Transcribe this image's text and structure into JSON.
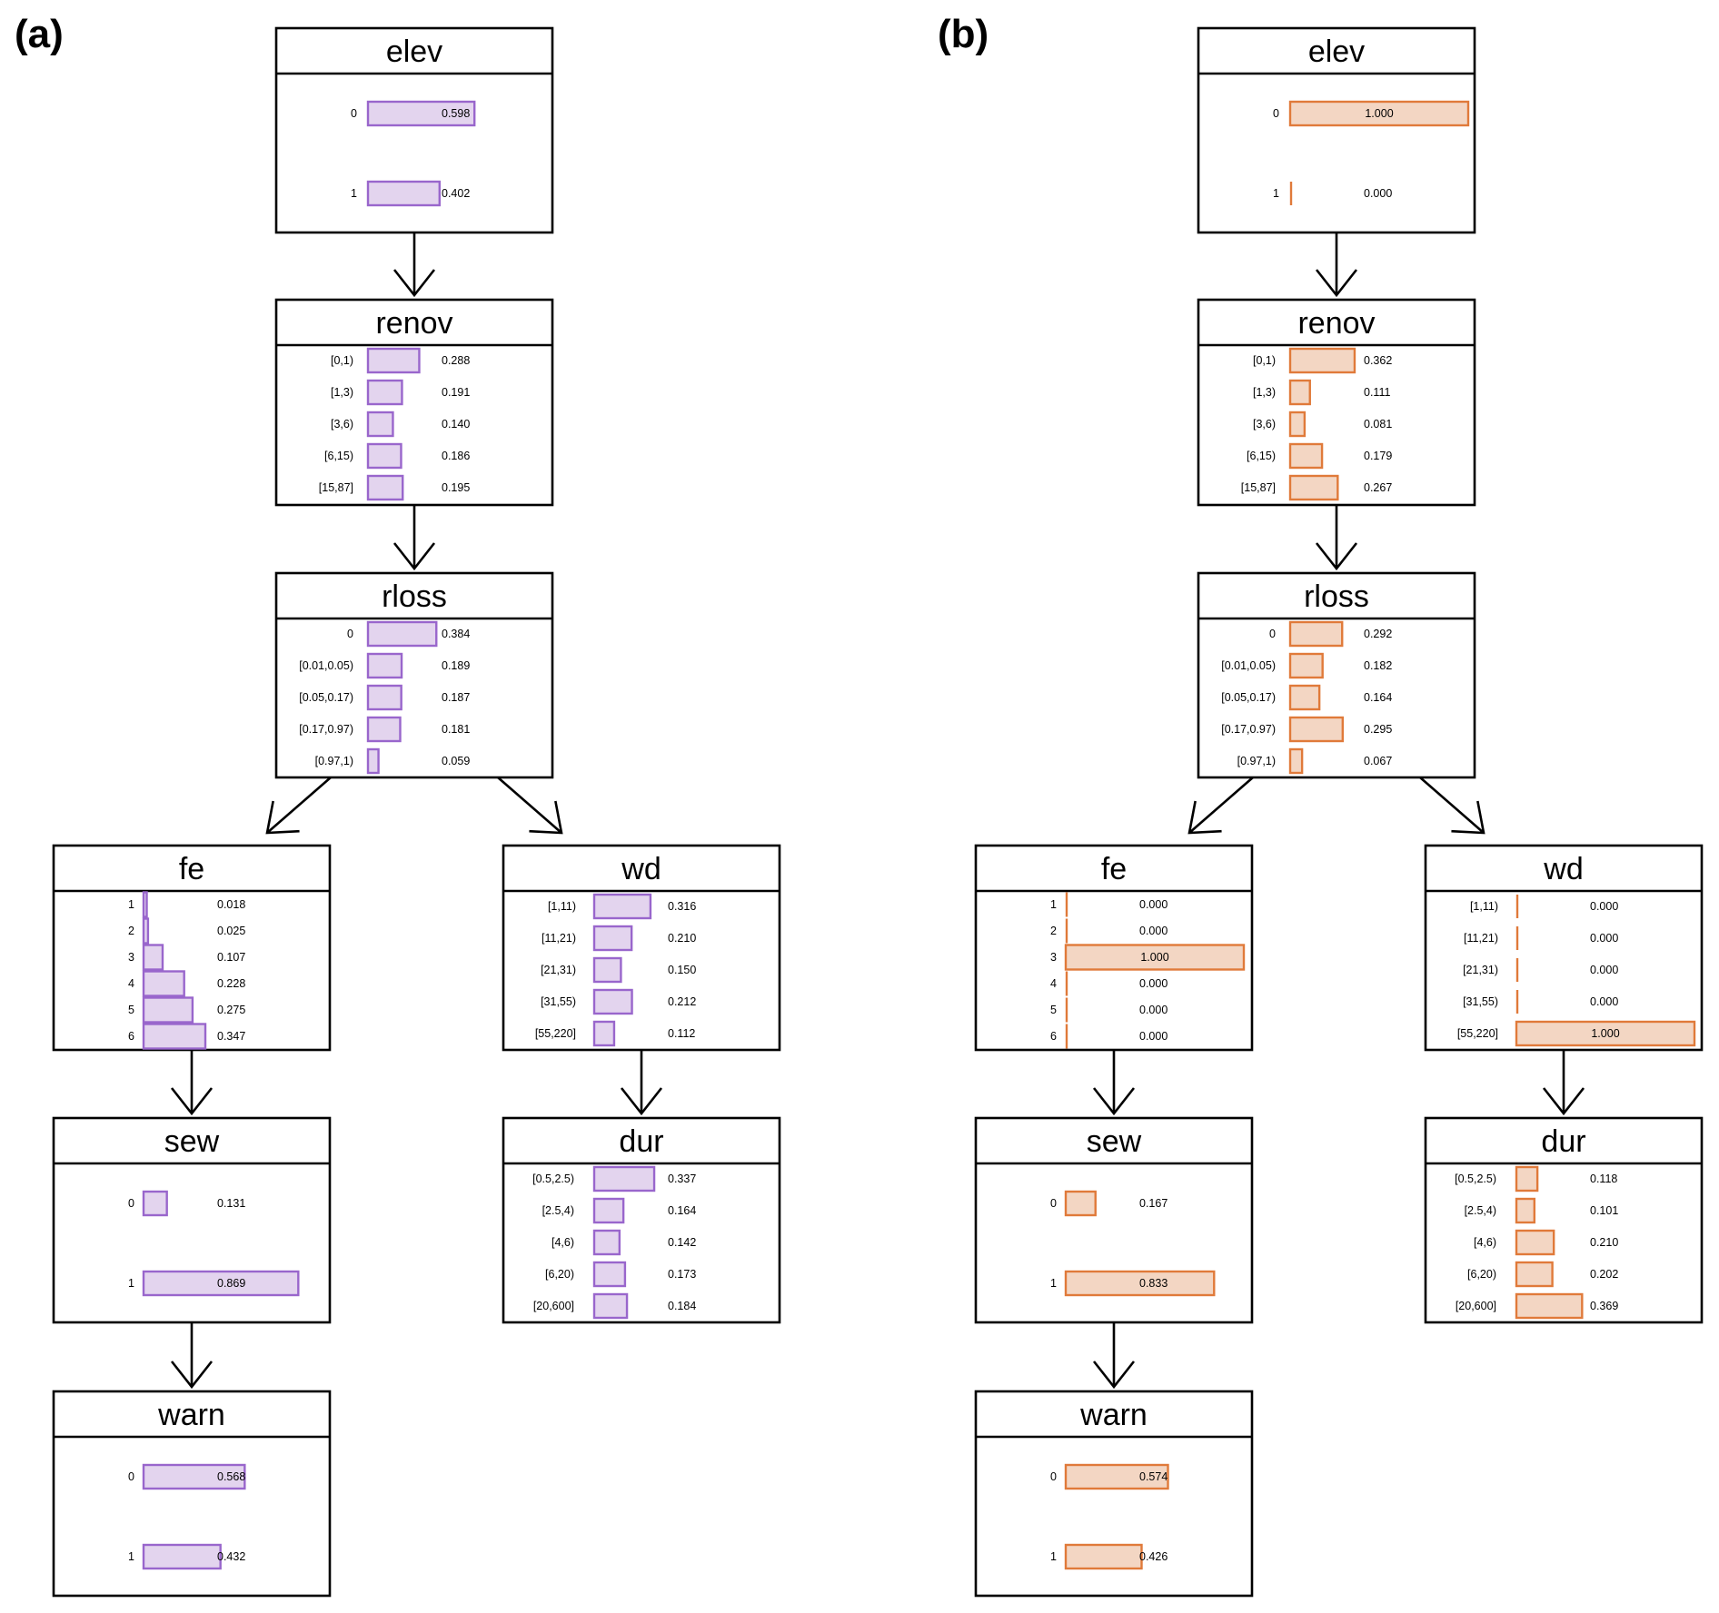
{
  "panels": [
    {
      "label": "(a)",
      "fill": "#e3d4ee",
      "stroke": "#9966cc",
      "nodes": [
        {
          "id": "elev",
          "title": "elev",
          "states": [
            {
              "label": "0",
              "value": 0.598,
              "text": "0.598"
            },
            {
              "label": "1",
              "value": 0.402,
              "text": "0.402"
            }
          ]
        },
        {
          "id": "renov",
          "title": "renov",
          "states": [
            {
              "label": "[0,1)",
              "value": 0.288,
              "text": "0.288"
            },
            {
              "label": "[1,3)",
              "value": 0.191,
              "text": "0.191"
            },
            {
              "label": "[3,6)",
              "value": 0.14,
              "text": "0.140"
            },
            {
              "label": "[6,15)",
              "value": 0.186,
              "text": "0.186"
            },
            {
              "label": "[15,87]",
              "value": 0.195,
              "text": "0.195"
            }
          ]
        },
        {
          "id": "rloss",
          "title": "rloss",
          "states": [
            {
              "label": "0",
              "value": 0.384,
              "text": "0.384"
            },
            {
              "label": "[0.01,0.05)",
              "value": 0.189,
              "text": "0.189"
            },
            {
              "label": "[0.05,0.17)",
              "value": 0.187,
              "text": "0.187"
            },
            {
              "label": "[0.17,0.97)",
              "value": 0.181,
              "text": "0.181"
            },
            {
              "label": "[0.97,1)",
              "value": 0.059,
              "text": "0.059"
            }
          ]
        },
        {
          "id": "fe",
          "title": "fe",
          "states": [
            {
              "label": "1",
              "value": 0.018,
              "text": "0.018"
            },
            {
              "label": "2",
              "value": 0.025,
              "text": "0.025"
            },
            {
              "label": "3",
              "value": 0.107,
              "text": "0.107"
            },
            {
              "label": "4",
              "value": 0.228,
              "text": "0.228"
            },
            {
              "label": "5",
              "value": 0.275,
              "text": "0.275"
            },
            {
              "label": "6",
              "value": 0.347,
              "text": "0.347"
            }
          ]
        },
        {
          "id": "wd",
          "title": "wd",
          "states": [
            {
              "label": "[1,11)",
              "value": 0.316,
              "text": "0.316"
            },
            {
              "label": "[11,21)",
              "value": 0.21,
              "text": "0.210"
            },
            {
              "label": "[21,31)",
              "value": 0.15,
              "text": "0.150"
            },
            {
              "label": "[31,55)",
              "value": 0.212,
              "text": "0.212"
            },
            {
              "label": "[55,220]",
              "value": 0.112,
              "text": "0.112"
            }
          ]
        },
        {
          "id": "sew",
          "title": "sew",
          "states": [
            {
              "label": "0",
              "value": 0.131,
              "text": "0.131"
            },
            {
              "label": "1",
              "value": 0.869,
              "text": "0.869"
            }
          ]
        },
        {
          "id": "dur",
          "title": "dur",
          "states": [
            {
              "label": "[0.5,2.5)",
              "value": 0.337,
              "text": "0.337"
            },
            {
              "label": "[2.5,4)",
              "value": 0.164,
              "text": "0.164"
            },
            {
              "label": "[4,6)",
              "value": 0.142,
              "text": "0.142"
            },
            {
              "label": "[6,20)",
              "value": 0.173,
              "text": "0.173"
            },
            {
              "label": "[20,600]",
              "value": 0.184,
              "text": "0.184"
            }
          ]
        },
        {
          "id": "warn",
          "title": "warn",
          "states": [
            {
              "label": "0",
              "value": 0.568,
              "text": "0.568"
            },
            {
              "label": "1",
              "value": 0.432,
              "text": "0.432"
            }
          ]
        }
      ]
    },
    {
      "label": "(b)",
      "fill": "#f3d6c3",
      "stroke": "#e07a3a",
      "nodes": [
        {
          "id": "elev",
          "title": "elev",
          "states": [
            {
              "label": "0",
              "value": 1.0,
              "text": "1.000"
            },
            {
              "label": "1",
              "value": 0.0,
              "text": "0.000"
            }
          ]
        },
        {
          "id": "renov",
          "title": "renov",
          "states": [
            {
              "label": "[0,1)",
              "value": 0.362,
              "text": "0.362"
            },
            {
              "label": "[1,3)",
              "value": 0.111,
              "text": "0.111"
            },
            {
              "label": "[3,6)",
              "value": 0.081,
              "text": "0.081"
            },
            {
              "label": "[6,15)",
              "value": 0.179,
              "text": "0.179"
            },
            {
              "label": "[15,87]",
              "value": 0.267,
              "text": "0.267"
            }
          ]
        },
        {
          "id": "rloss",
          "title": "rloss",
          "states": [
            {
              "label": "0",
              "value": 0.292,
              "text": "0.292"
            },
            {
              "label": "[0.01,0.05)",
              "value": 0.182,
              "text": "0.182"
            },
            {
              "label": "[0.05,0.17)",
              "value": 0.164,
              "text": "0.164"
            },
            {
              "label": "[0.17,0.97)",
              "value": 0.295,
              "text": "0.295"
            },
            {
              "label": "[0.97,1)",
              "value": 0.067,
              "text": "0.067"
            }
          ]
        },
        {
          "id": "fe",
          "title": "fe",
          "states": [
            {
              "label": "1",
              "value": 0.0,
              "text": "0.000"
            },
            {
              "label": "2",
              "value": 0.0,
              "text": "0.000"
            },
            {
              "label": "3",
              "value": 1.0,
              "text": "1.000"
            },
            {
              "label": "4",
              "value": 0.0,
              "text": "0.000"
            },
            {
              "label": "5",
              "value": 0.0,
              "text": "0.000"
            },
            {
              "label": "6",
              "value": 0.0,
              "text": "0.000"
            }
          ]
        },
        {
          "id": "wd",
          "title": "wd",
          "states": [
            {
              "label": "[1,11)",
              "value": 0.0,
              "text": "0.000"
            },
            {
              "label": "[11,21)",
              "value": 0.0,
              "text": "0.000"
            },
            {
              "label": "[21,31)",
              "value": 0.0,
              "text": "0.000"
            },
            {
              "label": "[31,55)",
              "value": 0.0,
              "text": "0.000"
            },
            {
              "label": "[55,220]",
              "value": 1.0,
              "text": "1.000"
            }
          ]
        },
        {
          "id": "sew",
          "title": "sew",
          "states": [
            {
              "label": "0",
              "value": 0.167,
              "text": "0.167"
            },
            {
              "label": "1",
              "value": 0.833,
              "text": "0.833"
            }
          ]
        },
        {
          "id": "dur",
          "title": "dur",
          "states": [
            {
              "label": "[0.5,2.5)",
              "value": 0.118,
              "text": "0.118"
            },
            {
              "label": "[2.5,4)",
              "value": 0.101,
              "text": "0.101"
            },
            {
              "label": "[4,6)",
              "value": 0.21,
              "text": "0.210"
            },
            {
              "label": "[6,20)",
              "value": 0.202,
              "text": "0.202"
            },
            {
              "label": "[20,600]",
              "value": 0.369,
              "text": "0.369"
            }
          ]
        },
        {
          "id": "warn",
          "title": "warn",
          "states": [
            {
              "label": "0",
              "value": 0.574,
              "text": "0.574"
            },
            {
              "label": "1",
              "value": 0.426,
              "text": "0.426"
            }
          ]
        }
      ]
    }
  ],
  "edges": [
    {
      "from": "elev",
      "to": "renov"
    },
    {
      "from": "renov",
      "to": "rloss"
    },
    {
      "from": "rloss",
      "to": "fe"
    },
    {
      "from": "rloss",
      "to": "wd"
    },
    {
      "from": "fe",
      "to": "sew"
    },
    {
      "from": "wd",
      "to": "dur"
    },
    {
      "from": "sew",
      "to": "warn"
    }
  ]
}
